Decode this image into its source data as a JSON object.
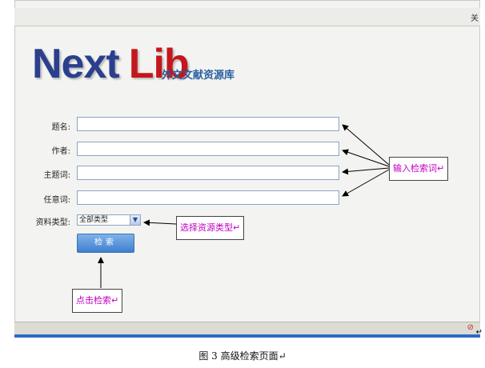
{
  "window": {
    "corner_char": "关"
  },
  "logo": {
    "next": "Next",
    "lib": "Lib",
    "subtitle": "外文文献资源库"
  },
  "form": {
    "fields": [
      {
        "label": "题名:",
        "value": ""
      },
      {
        "label": "作者:",
        "value": ""
      },
      {
        "label": "主题词:",
        "value": ""
      },
      {
        "label": "任意词:",
        "value": ""
      }
    ],
    "type_label": "资料类型:",
    "type_selected": "全部类型",
    "search_label": "检索"
  },
  "callouts": {
    "input_terms": "输入检索词↵",
    "select_type": "选择资源类型↵",
    "click_search": "点击检索↵"
  },
  "caption": "图 3 高级检索页面↵",
  "page_end_mark": "↵",
  "colors": {
    "logo_next": "#2b3f8f",
    "logo_lib": "#c4161c",
    "subtitle": "#2a5f9e",
    "callout_text": "#c000c0",
    "button": "#3f7fd0"
  }
}
